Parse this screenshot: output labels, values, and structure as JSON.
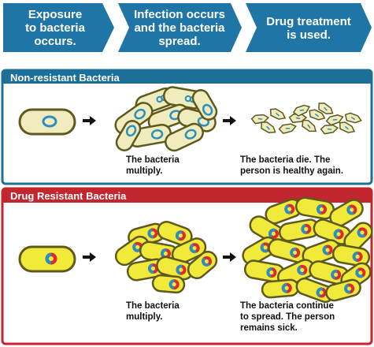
{
  "steps": [
    {
      "text": "Exposure\nto bacteria\noccurs."
    },
    {
      "text": "Infection occurs\nand the bacteria\nspread."
    },
    {
      "text": "Drug treatment\nis used."
    }
  ],
  "panels": [
    {
      "title": "Non-resistant Bacteria",
      "captions": [
        "The bacteria\nmultiply.",
        "The bacteria die. The\nperson is healthy again."
      ]
    },
    {
      "title": "Drug Resistant Bacteria",
      "captions": [
        "The bacteria\nmultiply.",
        "The bacteria continue\nto spread. The person\nremains sick."
      ]
    }
  ],
  "colors": {
    "step_blue": "#1f76a6",
    "panel_blue": "#1c6f99",
    "panel_red": "#c2262e",
    "bacteria_cream": "#f1ecbd",
    "bacteria_yellow": "#f2ea3a",
    "bacteria_outline": "#5e5a1e",
    "nucleus_blue": "#2d8fbf",
    "nucleus_red": "#e0282f"
  }
}
